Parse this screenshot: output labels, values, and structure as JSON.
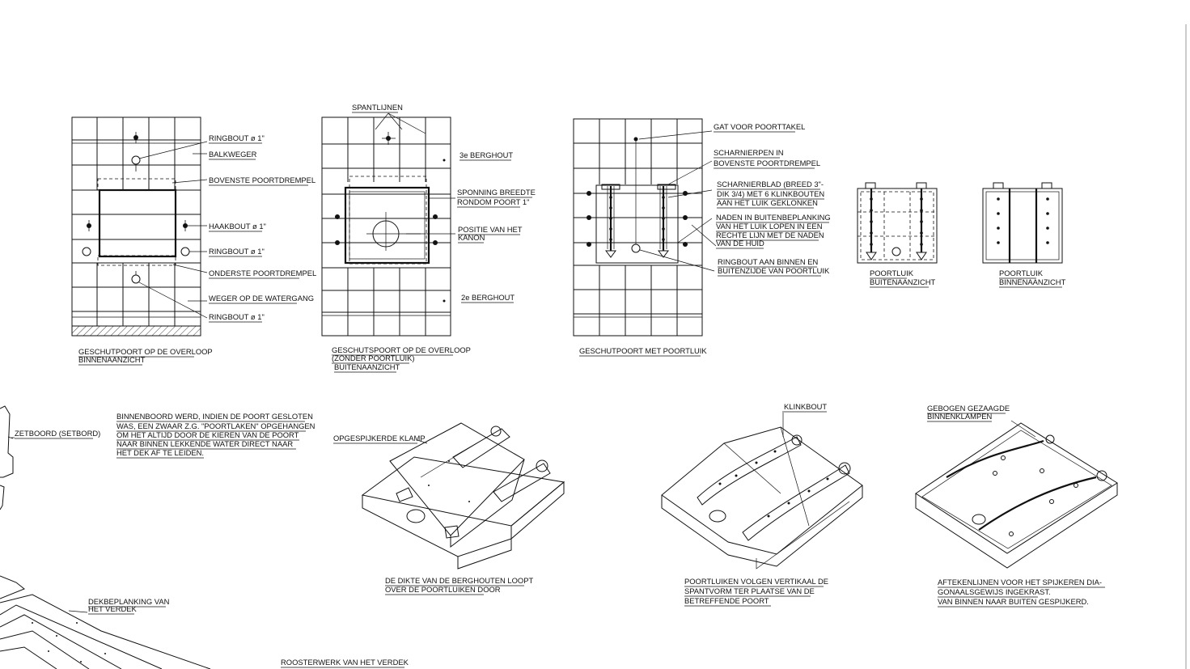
{
  "labels": {
    "ringbout_top": "RINGBOUT ø 1\"",
    "balkweger": "BALKWEGER",
    "bovenste_drempel": "BOVENSTE POORTDREMPEL",
    "haakbout": "HAAKBOUT ø 1\"",
    "ringbout_mid": "RINGBOUT ø 1\"",
    "onderste_drempel": "ONDERSTE POORTDREMPEL",
    "weger": "WEGER OP DE WATERGANG",
    "ringbout_low": "RINGBOUT ø 1\"",
    "cap1_l1": "GESCHUTPOORT OP DE OVERLOOP",
    "cap1_l2": "BINNENAANZICHT",
    "spantlijnen": "SPANTLIJNEN",
    "berghout3": "3e BERGHOUT",
    "sponning_l1": "SPONNING BREEDTE",
    "sponning_l2": "RONDOM POORT 1\"",
    "positie_l1": "POSITIE VAN HET",
    "positie_l2": "KANON",
    "berghout2": "2e BERGHOUT",
    "cap2_l1": "GESCHUTSPOORT OP DE OVERLOOP",
    "cap2_l2": "(ZONDER POORTLUIK)",
    "cap2_l3": "BUITENAANZICHT",
    "gat": "GAT VOOR POORTTAKEL",
    "scharnierpen_l1": "SCHARNIERPEN IN",
    "scharnierpen_l2": "BOVENSTE POORTDREMPEL",
    "scharnierblad_l1": "SCHARNIERBLAD (BREED 3\"-",
    "scharnierblad_l2": "DIK 3/4) MET 6 KLINKBOUTEN",
    "scharnierblad_l3": "AAN HET LUIK GEKLONKEN",
    "naden_l1": "NADEN IN BUITENBEPLANKING",
    "naden_l2": "VAN HET LUIK LOPEN IN EEN",
    "naden_l3": "RECHTE LIJN MET DE NADEN",
    "naden_l4": "VAN DE HUID",
    "ringbout_aan_l1": "RINGBOUT AAN BINNEN EN",
    "ringbout_aan_l2": "BUITENZIJDE VAN POORTLUIK",
    "cap3": "GESCHUTPOORT MET POORTLUIK",
    "poortluik_b_l1": "POORTLUIK",
    "poortluik_b_l2": "BUITENAANZICHT",
    "poortluik_i_l1": "POORTLUIK",
    "poortluik_i_l2": "BINNENAANZICHT",
    "zetboord": "ZETBOORD (SETBORD)",
    "binnenboord_l1": "BINNENBOORD WERD, INDIEN DE POORT GESLOTEN",
    "binnenboord_l2": "WAS, EEN ZWAAR Z.G. \"POORTLAKEN\" OPGEHANGEN",
    "binnenboord_l3": "OM HET ALTIJD DOOR DE KIEREN VAN DE POORT",
    "binnenboord_l4": "NAAR BINNEN LEKKENDE WATER DIRECT NAAR",
    "binnenboord_l5": "HET DEK AF TE LEIDEN.",
    "opgespijkerde": "OPGESPIJKERDE KLAMP",
    "klinkbout": "KLINKBOUT",
    "gebogen_l1": "GEBOGEN GEZAAGDE",
    "gebogen_l2": "BINNENKLAMPEN",
    "dikte_l1": "DE DIKTE VAN DE BERGHOUTEN LOOPT",
    "dikte_l2": "OVER DE POORTLUIKEN DOOR",
    "poortluiken_l1": "POORTLUIKEN VOLGEN VERTIKAAL DE",
    "poortluiken_l2": "SPANTVORM TER PLAATSE VAN DE",
    "poortluiken_l3": "BETREFFENDE POORT",
    "aftekenlijnen_l1": "AFTEKENLIJNEN VOOR HET SPIJKEREN DIA-",
    "aftekenlijnen_l2": "GONAALSGEWIJS INGEKRAST.",
    "aftekenlijnen_l3": "VAN BINNEN NAAR BUITEN GESPIJKERD.",
    "dekbeplanking_l1": "DEKBEPLANKING VAN",
    "dekbeplanking_l2": "HET VERDEK",
    "roosterwerk": "ROOSTERWERK VAN HET VERDEK"
  }
}
